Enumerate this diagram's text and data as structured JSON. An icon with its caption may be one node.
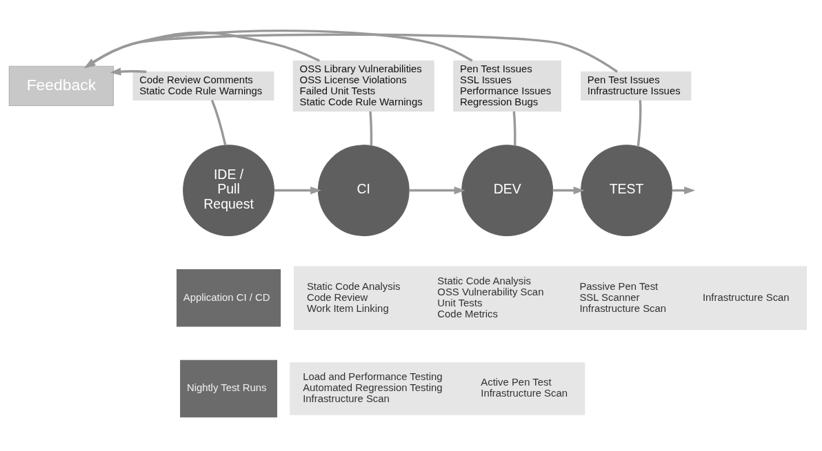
{
  "diagram": {
    "nodes": [
      {
        "text": [
          "Feedback"
        ]
      },
      {
        "text": [
          "Code Review Comments",
          "Static Code Rule Warnings"
        ]
      },
      {
        "text": [
          "OSS Library Vulnerabilities",
          "OSS License Violations",
          "Failed Unit Tests",
          "Static Code Rule Warnings"
        ]
      },
      {
        "text": [
          "Pen Test Issues",
          "SSL Issues",
          "Performance Issues",
          "Regression Bugs"
        ]
      },
      {
        "text": [
          "Pen Test Issues",
          "Infrastructure Issues"
        ]
      },
      {
        "text": [
          "IDE / Pull Request"
        ]
      },
      {
        "text": [
          "CI"
        ]
      },
      {
        "text": [
          "DEV"
        ]
      },
      {
        "text": [
          "TEST"
        ]
      },
      {
        "text": [
          "Application CI / CD"
        ]
      },
      {
        "text": [],
        "shape": "bar"
      },
      {
        "text": [
          "Static Code Analysis",
          "Code Review",
          "Work Item Linking"
        ],
        "in": 10
      },
      {
        "text": [
          "Static Code Analysis",
          "OSS Vulnerability Scan",
          "Unit Tests",
          "Code Metrics"
        ],
        "in": 10
      },
      {
        "text": [
          "Passive Pen Test",
          "SSL Scanner",
          "Infrastructure Scan"
        ],
        "in": 10
      },
      {
        "text": [
          "Infrastructure Scan"
        ],
        "in": 10
      },
      {
        "text": [
          "Nightly Test Runs"
        ]
      },
      {
        "text": [],
        "shape": "bar"
      },
      {
        "text": [
          "Load and Performance Testing",
          "Automated Regression Testing",
          "Infrastructure Scan"
        ],
        "in": 16
      },
      {
        "text": [
          "Active Pen Test",
          "Infrastructure Scan"
        ],
        "in": 16
      }
    ],
    "edges": [
      {
        "from": 5,
        "to": 6,
        "arrow": "to"
      },
      {
        "from": 6,
        "to": 7,
        "arrow": "to"
      },
      {
        "from": 7,
        "to": 8,
        "arrow": "to"
      },
      {
        "from": 8,
        "to": null,
        "arrow": "to"
      },
      {
        "from": 5,
        "to": 1,
        "arrow": "none"
      },
      {
        "from": 1,
        "to": 0,
        "arrow": "to"
      },
      {
        "from": 6,
        "to": 2,
        "arrow": "none"
      },
      {
        "from": 2,
        "to": 0,
        "arrow": "to"
      },
      {
        "from": 7,
        "to": 3,
        "arrow": "none"
      },
      {
        "from": 3,
        "to": 0,
        "arrow": "to"
      },
      {
        "from": 8,
        "to": 4,
        "arrow": "none"
      },
      {
        "from": 4,
        "to": 0,
        "arrow": "to"
      }
    ]
  }
}
